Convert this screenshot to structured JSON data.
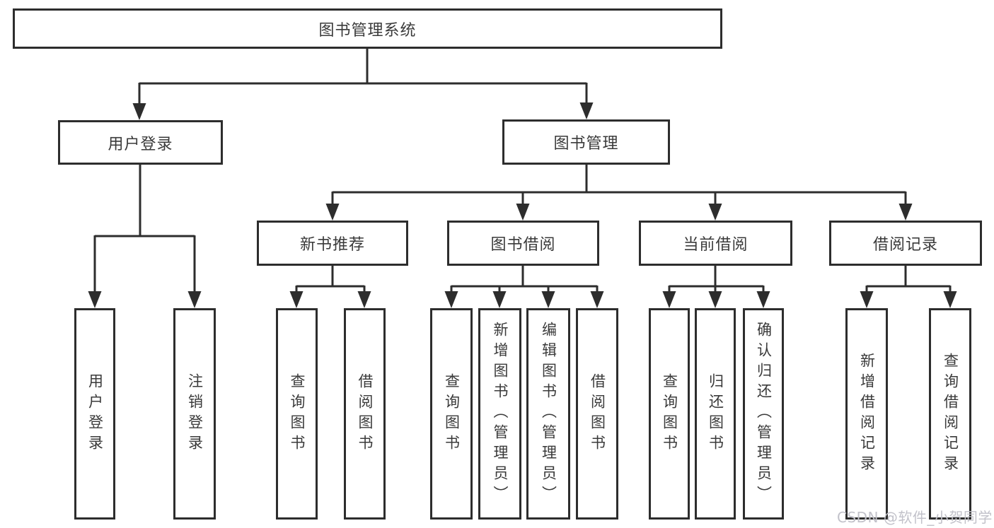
{
  "diagram": {
    "type": "hierarchy-tree",
    "watermark": "CSDN @软件_小贺同学",
    "colors": {
      "node_border": "#2d2d2d",
      "connector": "#2d2d2d",
      "node_text": "#3a3a3a",
      "node_fill": "#ffffff",
      "background": "#ffffff",
      "watermark_text": "#c2c2ca"
    },
    "tree": {
      "label": "图书管理系统",
      "children": [
        {
          "label": "用户登录",
          "children": [
            {
              "label": "用户登录"
            },
            {
              "label": "注销登录"
            }
          ]
        },
        {
          "label": "图书管理",
          "children": [
            {
              "label": "新书推荐",
              "children": [
                {
                  "label": "查询图书"
                },
                {
                  "label": "借阅图书"
                }
              ]
            },
            {
              "label": "图书借阅",
              "children": [
                {
                  "label": "查询图书"
                },
                {
                  "label": "新增图书（管理员）"
                },
                {
                  "label": "编辑图书（管理员）"
                },
                {
                  "label": "借阅图书"
                }
              ]
            },
            {
              "label": "当前借阅",
              "children": [
                {
                  "label": "查询图书"
                },
                {
                  "label": "归还图书"
                },
                {
                  "label": "确认归还（管理员）"
                }
              ]
            },
            {
              "label": "借阅记录",
              "children": [
                {
                  "label": "新增借阅记录"
                },
                {
                  "label": "查询借阅记录"
                }
              ]
            }
          ]
        }
      ]
    }
  }
}
